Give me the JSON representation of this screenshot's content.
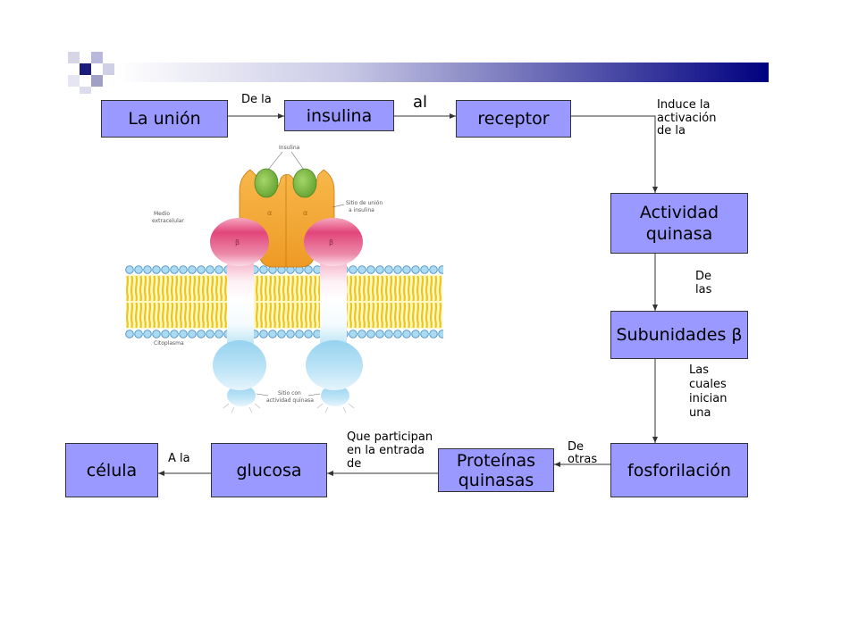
{
  "slide": {
    "colors": {
      "box_fill": "#9999ff",
      "box_border": "#333333",
      "arrow": "#333333",
      "header_dark": "#000080"
    }
  },
  "boxes": {
    "union": "La unión",
    "insulina": "insulina",
    "receptor": "receptor",
    "actividad_quinasa": [
      "Actividad",
      "quinasa"
    ],
    "subunidades": "Subunidades β",
    "fosforilacion": "fosforilación",
    "proteinas_quinasas": [
      "Proteínas",
      "quinasas"
    ],
    "glucosa": "glucosa",
    "celula": "célula"
  },
  "connectors": {
    "union_insulina": [
      "De la"
    ],
    "insulina_receptor": [
      "al"
    ],
    "receptor_actividad": [
      "Induce la",
      "activación",
      "de la"
    ],
    "actividad_subunidades": [
      "De",
      "las"
    ],
    "subunidades_fosforilacion": [
      "Las",
      "cuales",
      "inician",
      "una"
    ],
    "fosforilacion_proteinas": [
      "De",
      "otras"
    ],
    "proteinas_glucosa": [
      "Que participan",
      "en la entrada",
      "de"
    ],
    "glucosa_celula": [
      "A la"
    ]
  },
  "figure": {
    "insulina": "Insulina",
    "medio_extracelular": [
      "Medio",
      "extracelular"
    ],
    "sitio_union": [
      "Sitio de unión",
      "a insulina"
    ],
    "citoplasma": "Citoplasma",
    "sitio_quinasa": [
      "Sitio con",
      "actividad quinasa"
    ],
    "alpha": "α",
    "beta": "β"
  }
}
